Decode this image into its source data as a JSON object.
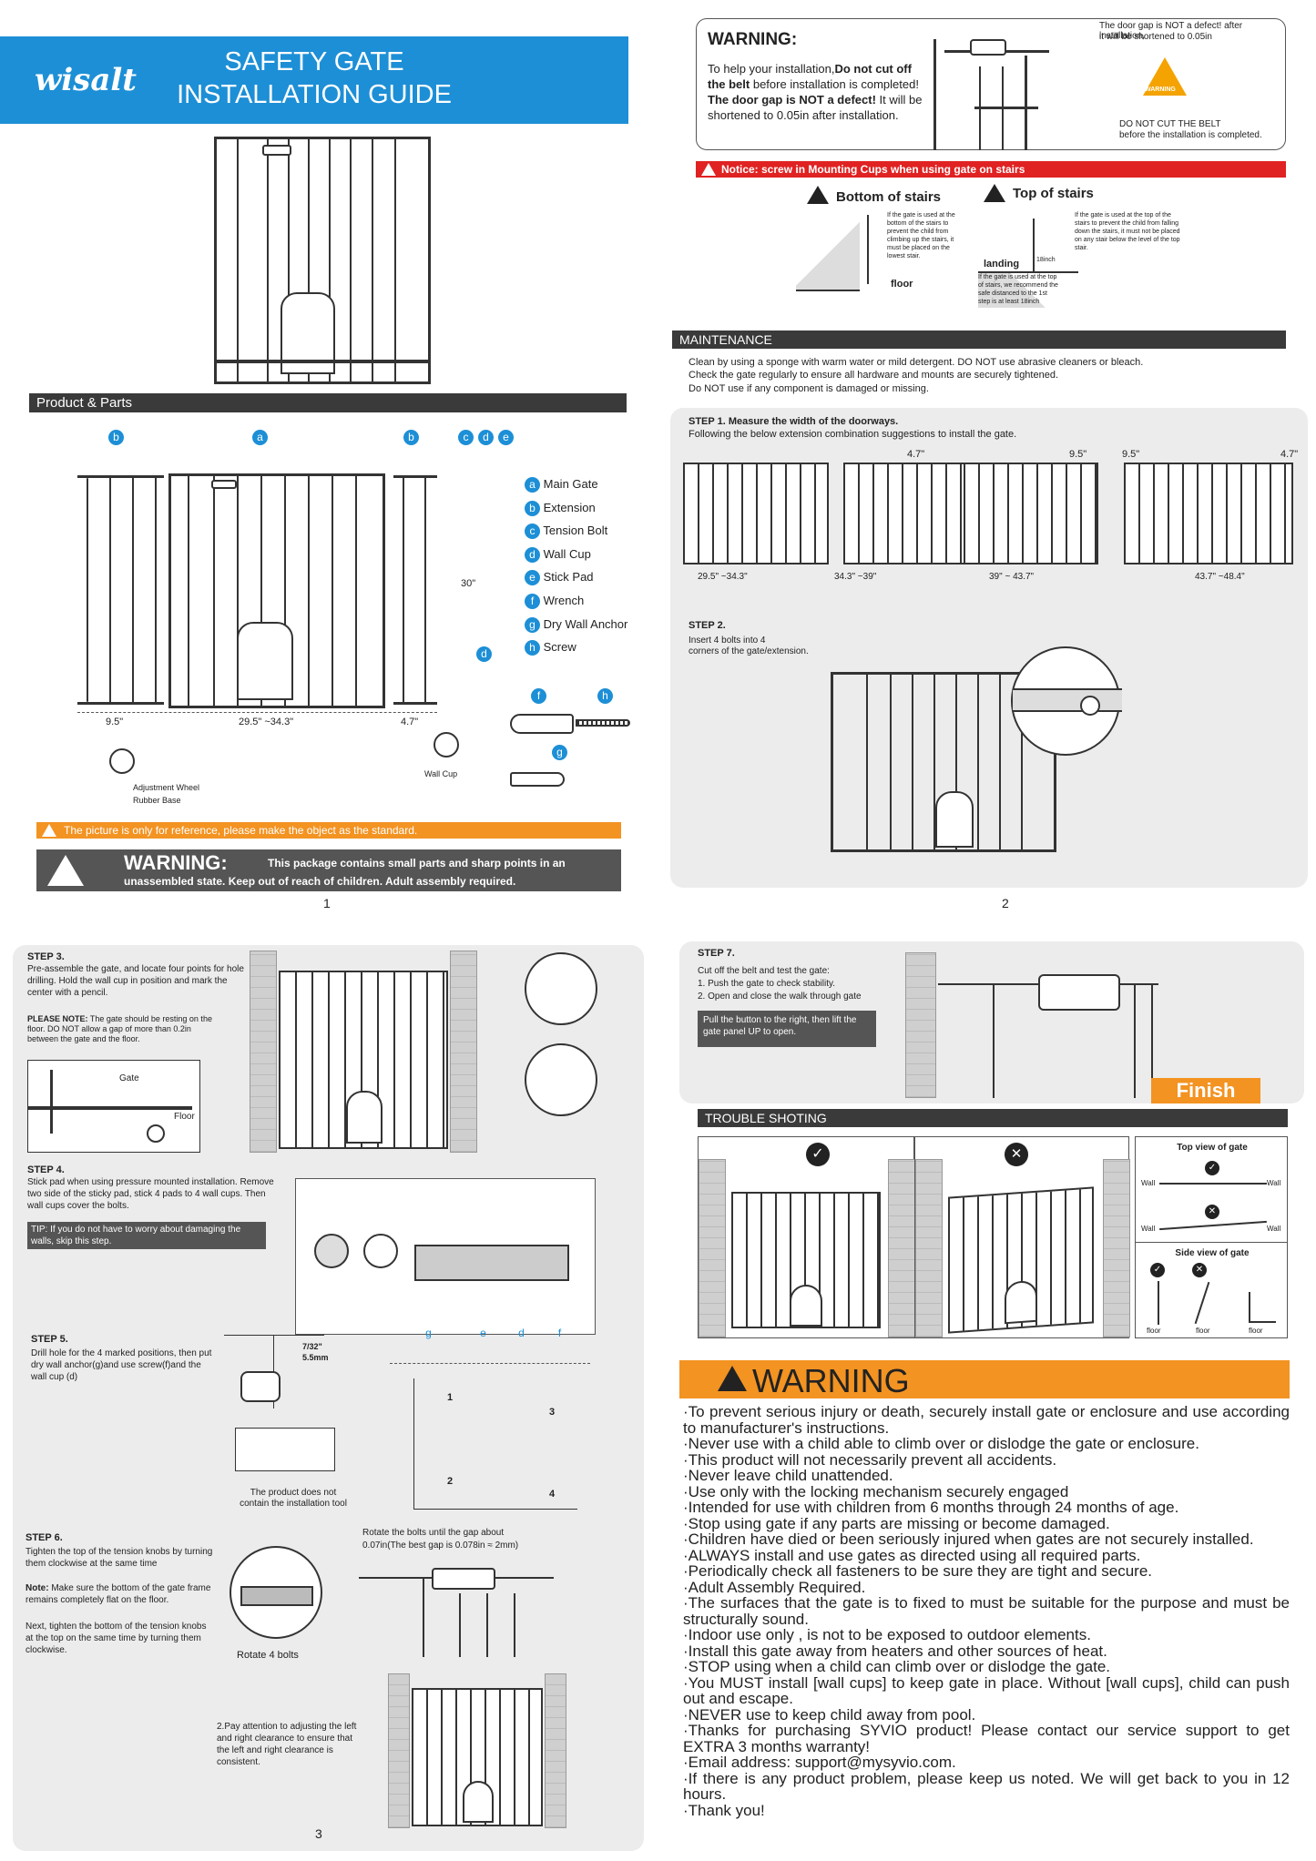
{
  "p1": {
    "brand": "wisalt",
    "title_line1": "SAFETY GATE",
    "title_line2": "INSTALLATION GUIDE",
    "section_parts": "Product & Parts",
    "callouts": [
      "b",
      "a",
      "b",
      "c",
      "d",
      "e"
    ],
    "parts": [
      {
        "letter": "a",
        "name": "Main Gate"
      },
      {
        "letter": "b",
        "name": "Extension"
      },
      {
        "letter": "c",
        "name": "Tension Bolt"
      },
      {
        "letter": "d",
        "name": "Wall Cup"
      },
      {
        "letter": "e",
        "name": "Stick Pad"
      },
      {
        "letter": "f",
        "name": "Wrench"
      },
      {
        "letter": "g",
        "name": "Dry Wall Anchor"
      },
      {
        "letter": "h",
        "name": "Screw"
      }
    ],
    "dim_height": "30\"",
    "dim_left": "9.5\"",
    "dim_mid": "29.5\" ~34.3\"",
    "dim_right": "4.7\"",
    "label_d": "d",
    "label_f": "f",
    "label_h": "h",
    "label_g": "g",
    "adj_wheel": "Adjustment Wheel",
    "rubber_base": "Rubber Base",
    "wall_cup": "Wall Cup",
    "reference_note": "The picture is only for reference, please make the object as the standard.",
    "warning_title": "WARNING:",
    "warning_line1": "This package contains small parts and sharp points in an",
    "warning_line2": "unassembled state. Keep out of reach of children. Adult assembly required.",
    "page_no": "1"
  },
  "p2": {
    "warning_title": "WARNING:",
    "warning_t1": "To help your installation,",
    "warning_b1": "Do not cut off the belt",
    "warning_t2": " before installation is completed! ",
    "warning_b2": "The door gap is NOT a defect!",
    "warning_t3": " It will be shortened to 0.05in after installation.",
    "gap_note_1": "The door gap is NOT a defect! after installation,",
    "gap_note_2": "it will be shortened to 0.05in",
    "warning_sign": "WARNING",
    "belt_note_1": "DO NOT CUT THE BELT",
    "belt_note_2": "before the installation is completed.",
    "notice": "Notice: screw in Mounting Cups when using gate on stairs",
    "bottom_stairs": "Bottom of stairs",
    "top_stairs": "Top of stairs",
    "bottom_text": "If the gate is used at the bottom of the stairs to prevent the child from climbing up the stairs, it must be placed on the lowest stair.",
    "floor": "floor",
    "landing": "landing",
    "inch": "18inch",
    "landing_text": "If the gate is used at the top of stairs, we recommend the safe distanced to the 1st step is at least 18inch",
    "top_text": "If the gate is used at the top of the stairs to prevent the child from falling down the stairs, it must not be placed on any stair below the level of the top stair.",
    "maintenance": "MAINTENANCE",
    "maint_1": "Clean by using a sponge with warm water or mild detergent. DO NOT use abrasive cleaners or bleach.",
    "maint_2": "Check the gate regularly to ensure all hardware and mounts are securely tightened.",
    "maint_3": "Do NOT use if any component is damaged or missing.",
    "step1_title": "STEP 1. Measure the width of the doorways.",
    "step1_text": "Following the below extension combination suggestions to install the gate.",
    "ext_labels": [
      "4.7\"",
      "9.5\"",
      "9.5\"",
      "4.7\""
    ],
    "width_labels": [
      "29.5\" ~34.3\"",
      "34.3\" ~39\"",
      "39\" ~ 43.7\"",
      "43.7\" ~48.4\""
    ],
    "step2_title": "STEP 2.",
    "step2_text_1": "Insert 4 bolts into 4",
    "step2_text_2": "corners of the gate/extension.",
    "page_no": "2"
  },
  "p3": {
    "step3_title": "STEP 3.",
    "step3_text": "Pre-assemble the gate, and locate four points for hole drilling. Hold the wall cup in position and mark the center with a pencil.",
    "please_note_b": "PLEASE NOTE:",
    "please_note_t": " The gate should be resting on the floor. DO NOT allow a gap of more than 0.2in between the gate and the floor.",
    "gate_lbl": "Gate",
    "floor_lbl": "Floor",
    "step4_title": "STEP 4.",
    "step4_text": "Stick pad when using pressure mounted installation. Remove two side of the sticky pad, stick 4 pads to 4 wall cups. Then wall cups cover the bolts.",
    "tip": "TIP: If you do not have to worry about damaging the walls, skip this step.",
    "step5_title": "STEP 5.",
    "step5_text": "Drill hole for the 4 marked positions, then put dry wall anchor(g)and use screw(f)and the wall cup (d)",
    "drill_size_1": "7/32\"",
    "drill_size_2": "5.5mm",
    "no_tool_1": "The product does not",
    "no_tool_2": "contain the installation tool",
    "step5_letters": [
      "g",
      "e",
      "d",
      "f"
    ],
    "holes": [
      "1",
      "2",
      "3",
      "4"
    ],
    "step6_title": "STEP 6.",
    "step6_text": "Tighten the top of the tension knobs by turning them clockwise at the same time",
    "note_b": "Note:",
    "note_t": " Make sure the bottom of the gate frame remains completely flat on the floor.",
    "next_text": "Next, tighten the bottom of the tension knobs at the top on the same time by turning them clockwise.",
    "rotate_4": "Rotate 4 bolts",
    "rotate_gap_1": "Rotate the bolts until the gap about",
    "rotate_gap_2": "0.07in(The best gap is 0.078in ≈ 2mm)",
    "attention": "2.Pay attention to adjusting the left and right clearance to ensure that the left and right clearance is consistent.",
    "page_no": "3"
  },
  "p4": {
    "step7_title": "STEP 7.",
    "step7_1": "Cut off the belt and test the gate:",
    "step7_2": "1. Push the gate to check stability.",
    "step7_3": "2. Open and close the walk through gate",
    "push_note": "Pull the button to the right, then lift the gate panel UP to open.",
    "finish": "Finish",
    "trouble": "TROUBLE SHOTING",
    "top_view": "Top view of gate",
    "side_view": "Side view of gate",
    "wall": "Wall",
    "floor": "floor",
    "warning": "WARNING",
    "items": [
      "To prevent serious injury or death, securely install gate or enclosure and use according to manufacturer's instructions.",
      "Never use with a child able to climb over or dislodge the gate or enclosure.",
      "This product will not necessarily prevent all accidents.",
      "Never leave child unattended.",
      "Use only with the locking mechanism securely engaged",
      "Intended for use with children from 6 months through 24 months of age.",
      "Stop using gate if any parts are missing or become damaged.",
      "Children have died or been seriously injured when gates are not securely installed.",
      "ALWAYS install and use gates as directed using all required parts.",
      "Periodically check all fasteners to be sure they are tight and secure.",
      "Adult Assembly Required.",
      "The surfaces that the gate is to fixed to must be suitable for the purpose and must be structurally sound.",
      "Indoor use only , is not to be exposed to outdoor elements.",
      "Install this gate away from heaters and other sources of heat.",
      "STOP using when a child can climb over or dislodge the gate.",
      "You MUST install [wall cups] to keep gate in place. Without [wall cups], child can push out and escape.",
      "NEVER use to keep child away from pool.",
      "Thanks for purchasing SYVIO product! Please contact our service support to get EXTRA 3 months warranty!",
      "Email address: support@mysyvio.com.",
      "If there is any product problem, please keep us noted. We will get back to you in 12 hours.",
      "Thank you!"
    ]
  }
}
